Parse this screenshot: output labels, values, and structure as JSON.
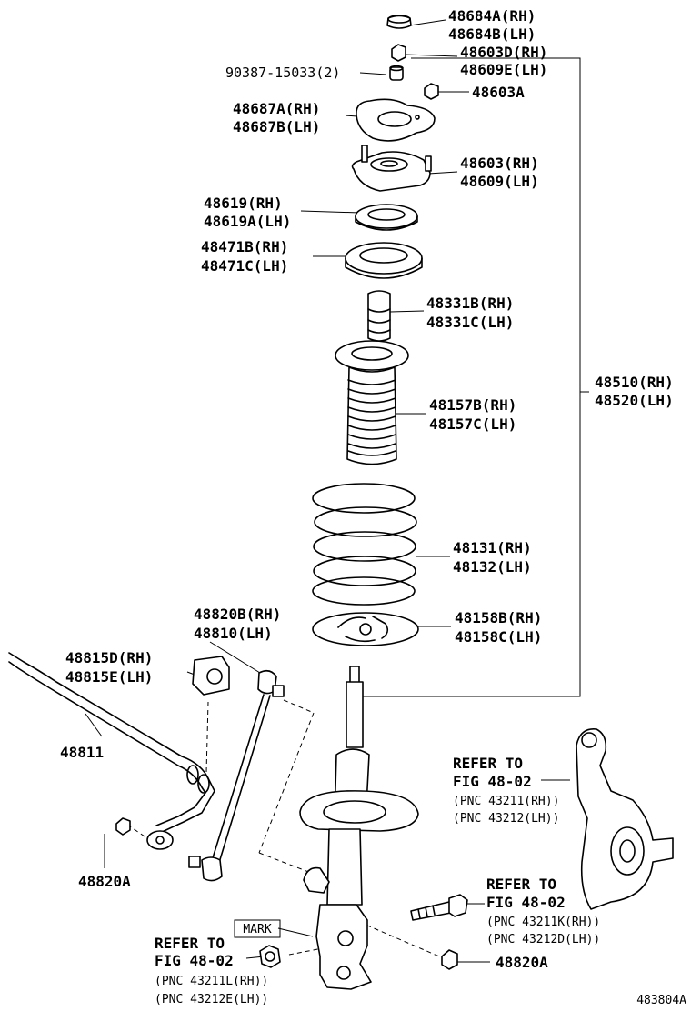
{
  "labels": {
    "cap": [
      "48684A(RH)",
      "48684B(LH)"
    ],
    "nut_upper": [
      "48603D(RH)",
      "48609E(LH)"
    ],
    "bushing": "90387-15033(2)",
    "plate": [
      "48687A(RH)",
      "48687B(LH)"
    ],
    "nut_small": "48603A",
    "support": [
      "48603(RH)",
      "48609(LH)"
    ],
    "bearing": [
      "48619(RH)",
      "48619A(LH)"
    ],
    "upper_seat": [
      "48471B(RH)",
      "48471C(LH)"
    ],
    "bump_stop": [
      "48331B(RH)",
      "48331C(LH)"
    ],
    "boot": [
      "48157B(RH)",
      "48157C(LH)"
    ],
    "assembly": [
      "48510(RH)",
      "48520(LH)"
    ],
    "spring": [
      "48131(RH)",
      "48132(LH)"
    ],
    "lower_insulator": [
      "48158B(RH)",
      "48158C(LH)"
    ],
    "link": [
      "48820B(RH)",
      "48810(LH)"
    ],
    "stab_bushing": [
      "48815D(RH)",
      "48815E(LH)"
    ],
    "stabilizer_bar": "48811",
    "nut_left": "48820A",
    "nut_right": "48820A",
    "knuckle_ref": [
      "REFER TO",
      "FIG 48-02"
    ],
    "knuckle_pnc": [
      "(PNC 43211(RH))",
      "(PNC 43212(LH))"
    ],
    "bolt_ref": [
      "REFER TO",
      "FIG 48-02"
    ],
    "bolt_pnc": [
      "(PNC 43211K(RH))",
      "(PNC 43212D(LH))"
    ],
    "nut_ref": [
      "REFER TO",
      "FIG 48-02"
    ],
    "nut_pnc": [
      "(PNC 43211L(RH))",
      "(PNC 43212E(LH))"
    ],
    "mark": "MARK",
    "figure_id": "483804A"
  }
}
